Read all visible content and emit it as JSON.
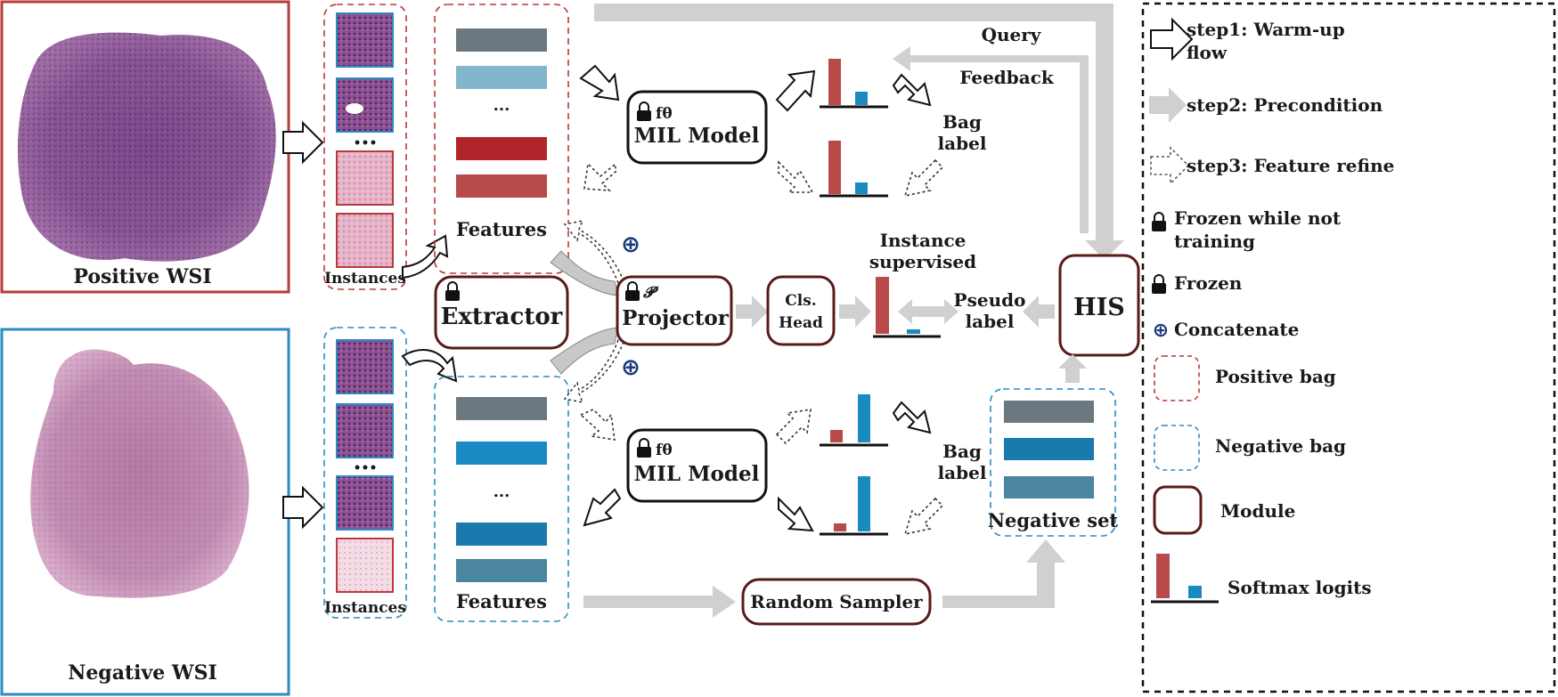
{
  "wsi": {
    "positive_label": "Positive WSI",
    "negative_label": "Negative WSI"
  },
  "instances": {
    "pos_label": "Instances",
    "neg_label": "Instances",
    "ellipsis": "•••"
  },
  "features": {
    "pos_label": "Features",
    "neg_label": "Features",
    "ellipsis": "..."
  },
  "modules": {
    "extractor": "Extractor",
    "projector": "Projector",
    "projector_symbol": "𝓟",
    "mil_top": "MIL Model",
    "mil_bottom": "MIL Model",
    "f_theta": "fθ",
    "cls_head_line1": "Cls.",
    "cls_head_line2": "Head",
    "his": "HIS",
    "random_sampler": "Random Sampler"
  },
  "labels": {
    "query": "Query",
    "feedback": "Feedback",
    "bag_label_line1": "Bag",
    "bag_label_line2": "label",
    "instance_supervised_line1": "Instance",
    "instance_supervised_line2": "supervised",
    "pseudo_label_line1": "Pseudo",
    "pseudo_label_line2": "label",
    "negative_set": "Negative set",
    "concat_symbol": "⊕"
  },
  "legend": {
    "step1_line1": "step1: Warm-up",
    "step1_line2": "flow",
    "step2": "step2: Precondition",
    "step3": "step3: Feature refine",
    "frozen_not_training_line1": "Frozen while not",
    "frozen_not_training_line2": "training",
    "frozen": "Frozen",
    "concatenate": "Concatenate",
    "positive_bag": "Positive bag",
    "negative_bag": "Negative bag",
    "module": "Module",
    "softmax_logits": "Softmax logits"
  },
  "colors": {
    "positive": "#b83a3a",
    "negative": "#2a8cc4",
    "module_border": "#5a1a1a",
    "gray_arrow": "#d0d0d0",
    "tissue_pos": "#7a4a8a",
    "tissue_neg": "#9a5a8e",
    "bar_red": "#b84a4a",
    "bar_blue": "#1a8abf"
  }
}
